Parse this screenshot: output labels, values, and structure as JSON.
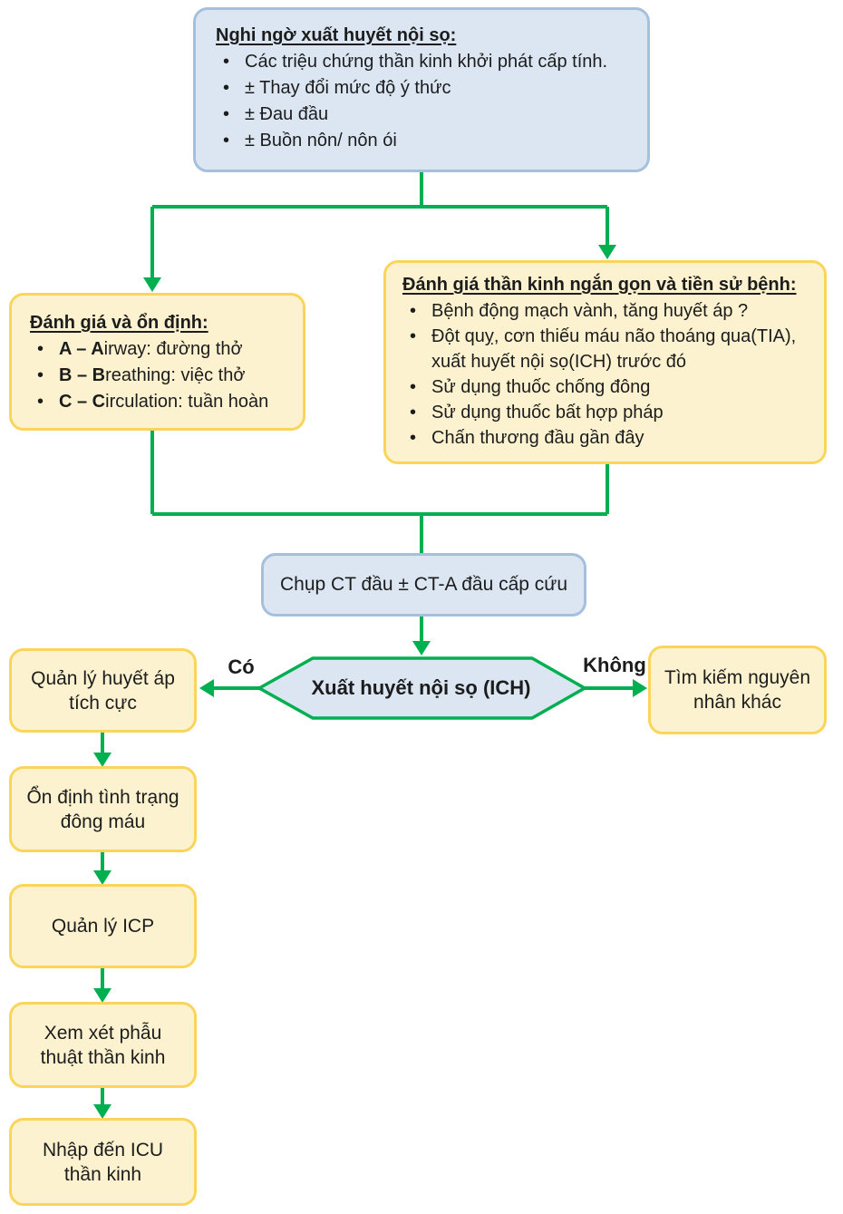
{
  "colors": {
    "arrow_green": "#00AF50",
    "blue_fill": "#DBE6F2",
    "blue_border": "#A5C0DD",
    "yellow_fill": "#FDF2CF",
    "yellow_border": "#FBD45A"
  },
  "nodes": {
    "suspect": {
      "title": "Nghi ngờ xuất huyết nội sọ:",
      "bullets": [
        "Các triệu chứng thần kinh khởi phát cấp tính.",
        "± Thay đổi mức độ ý thức",
        "± Đau đầu",
        "± Buồn nôn/ nôn ói"
      ]
    },
    "abc": {
      "title": "Đánh giá và ổn định:",
      "items": [
        {
          "bold": "A – A",
          "rest": "irway: đường thở"
        },
        {
          "bold": "B – B",
          "rest": "reathing: việc thở"
        },
        {
          "bold": "C – C",
          "rest": "irculation: tuần hoàn"
        }
      ]
    },
    "neuro": {
      "title": "Đánh giá thần kinh ngắn gọn và tiền sử bệnh:",
      "bullets": [
        "Bệnh động mạch vành, tăng huyết áp ?",
        "Đột quỵ, cơn thiếu máu não thoáng qua(TIA), xuất huyết nội sọ(ICH) trước đó",
        "Sử dụng thuốc chống đông",
        "Sử dụng thuốc bất hợp pháp",
        "Chấn thương đầu gần đây"
      ]
    },
    "ct": {
      "label": "Chụp CT đầu ± CT-A đầu cấp cứu"
    },
    "decision": {
      "label": "Xuất huyết nội sọ (ICH)",
      "yes_label": "Có",
      "no_label": "Không"
    },
    "bp": {
      "label": "Quản lý huyết áp tích cực"
    },
    "coagulation": {
      "label": "Ổn định tình trạng đông máu"
    },
    "icp": {
      "label": "Quản lý ICP"
    },
    "neurosurgery": {
      "label": "Xem xét phẫu thuật thần kinh"
    },
    "icu": {
      "label": "Nhập đến ICU thần kinh"
    },
    "other_causes": {
      "label": "Tìm kiếm nguyên nhân khác"
    }
  }
}
